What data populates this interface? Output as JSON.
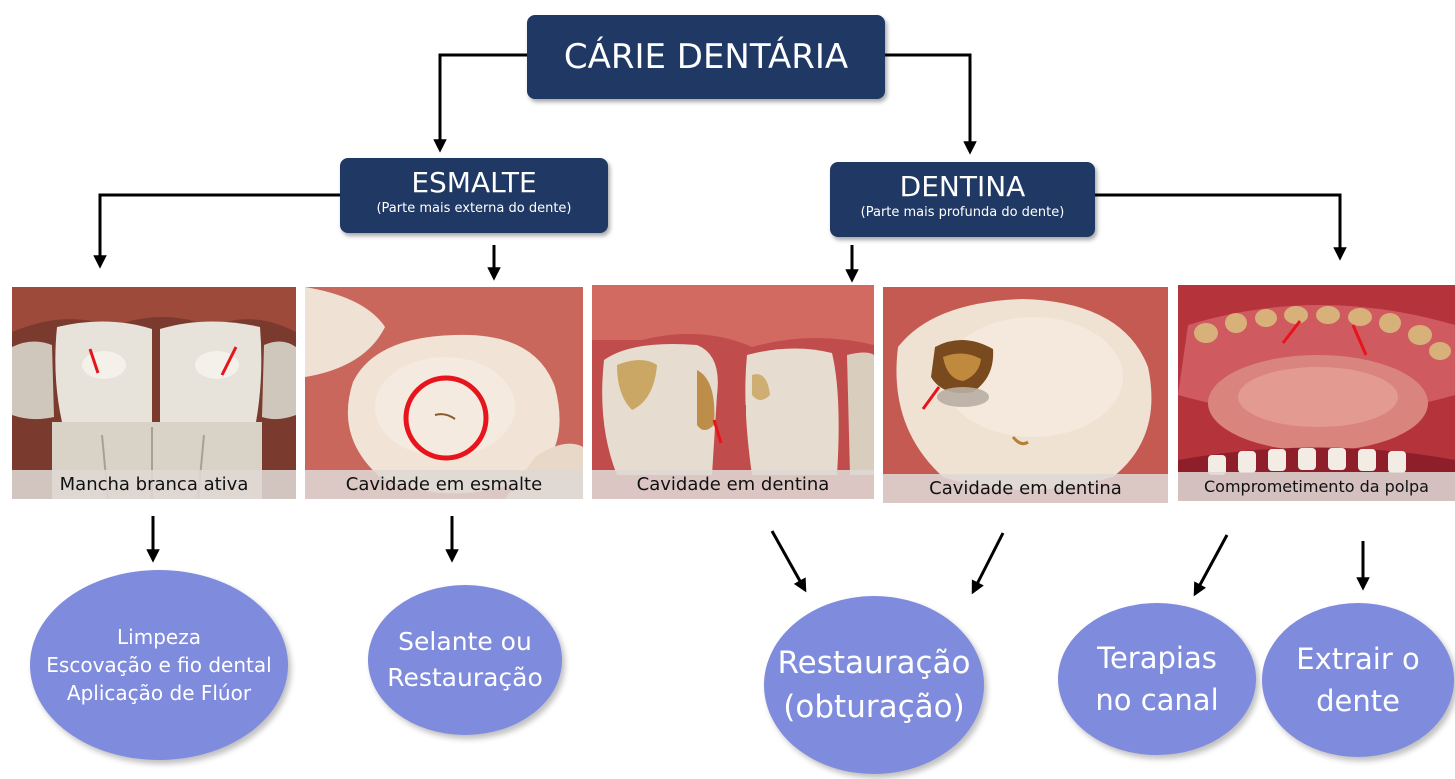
{
  "title": "CÁRIE DENTÁRIA",
  "branches": {
    "esmalte": {
      "label": "ESMALTE",
      "note": "(Parte mais externa do dente)"
    },
    "dentina": {
      "label": "DENTINA",
      "note": "(Parte mais profunda do dente)"
    }
  },
  "photos": [
    {
      "caption": "Mancha branca ativa"
    },
    {
      "caption": "Cavidade em esmalte"
    },
    {
      "caption": "Cavidade em dentina"
    },
    {
      "caption": "Cavidade em dentina"
    },
    {
      "caption": "Comprometimento da polpa"
    }
  ],
  "treatments": {
    "limpeza": {
      "lines": [
        "Limpeza",
        "Escovação e fio dental",
        "Aplicação de Flúor"
      ]
    },
    "selante": {
      "lines": [
        "Selante ou",
        "Restauração"
      ]
    },
    "restauracao": {
      "lines": [
        "Restauração",
        "(obturação)"
      ]
    },
    "terapias": {
      "lines": [
        "Terapias",
        "no canal"
      ]
    },
    "extrair": {
      "lines": [
        "Extrair o",
        "dente"
      ]
    }
  },
  "colors": {
    "header_box": "#1f3864",
    "bubble": "#7f8bdc",
    "highlight_arrow": "#e8141c",
    "connector": "#000000"
  }
}
